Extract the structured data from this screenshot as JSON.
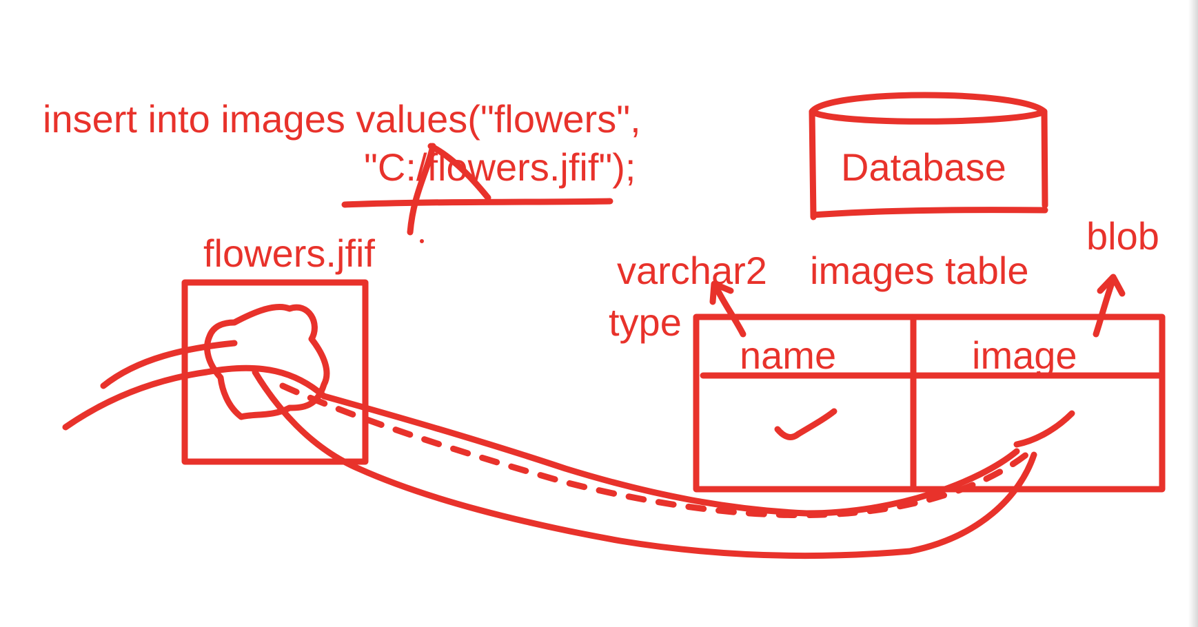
{
  "ink_color": "#e8322b",
  "sql": {
    "line1": "insert into images values(\"flowers\",",
    "line2": "\"C:/flowers.jfif\");"
  },
  "database_label": "Database",
  "file_label": "flowers.jfif",
  "table": {
    "title": "images table",
    "columns": [
      "name",
      "image"
    ]
  },
  "annotations": {
    "name_type_line1": "varchar2",
    "name_type_line2": "type",
    "image_type": "blob"
  }
}
